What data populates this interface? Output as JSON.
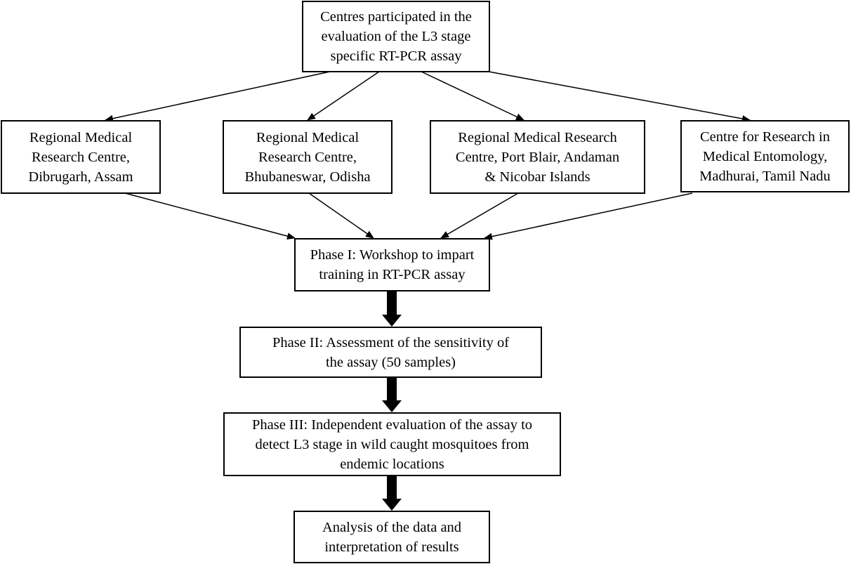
{
  "diagram": {
    "top_node": {
      "lines": [
        "Centres participated in the",
        "evaluation of the L3 stage",
        "specific RT-PCR assay"
      ]
    },
    "centres": [
      {
        "lines": [
          "Regional Medical",
          "Research Centre,",
          "Dibrugarh, Assam"
        ]
      },
      {
        "lines": [
          "Regional Medical",
          "Research Centre,",
          "Bhubaneswar, Odisha"
        ]
      },
      {
        "lines": [
          "Regional Medical Research",
          "Centre, Port Blair, Andaman",
          "& Nicobar Islands"
        ]
      },
      {
        "lines": [
          "Centre for Research in",
          "Medical Entomology,",
          "Madhurai, Tamil Nadu"
        ]
      }
    ],
    "phases": [
      {
        "lines": [
          "Phase I: Workshop to impart",
          "training in RT-PCR assay"
        ]
      },
      {
        "lines": [
          "Phase II: Assessment of the sensitivity of",
          "the assay (50 samples)"
        ]
      },
      {
        "lines": [
          "Phase III: Independent evaluation of the assay to",
          "detect L3 stage in wild caught mosquitoes from",
          "endemic locations"
        ]
      },
      {
        "lines": [
          "Analysis of the data and",
          "interpretation of results"
        ]
      }
    ]
  }
}
